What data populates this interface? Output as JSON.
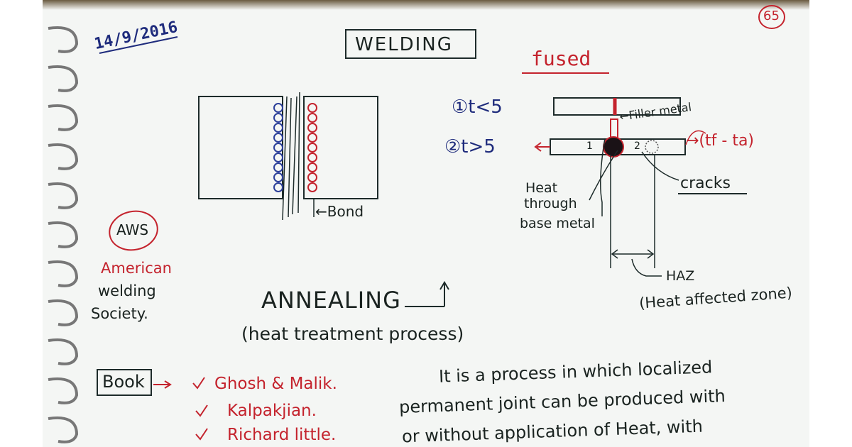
{
  "page": {
    "date": "14/9/2016",
    "page_number": "65",
    "title": "WELDING"
  },
  "diagram_left": {
    "bond_label": "←Bond"
  },
  "diagram_right": {
    "fused_heading": "fused",
    "case1": "①t<5",
    "case2": "②t>5",
    "filler_metal": "←Filler metal",
    "formula": "→(tf - ta)",
    "label_1": "1",
    "label_2": "2",
    "cracks": "cracks",
    "heat_line1": "Heat",
    "heat_line2": "through",
    "heat_line3": "base metal",
    "haz": "HAZ",
    "haz_full": "(Heat affected zone)"
  },
  "aws": {
    "badge": "AWS",
    "line1": "American",
    "line2": "welding",
    "line3": "Society."
  },
  "annealing": {
    "title": "ANNEALING",
    "subtitle": "(heat treatment process)"
  },
  "books": {
    "label": "Book",
    "items": [
      "Ghosh & Malik.",
      "Kalpakjian.",
      "Richard little."
    ]
  },
  "definition": {
    "line1": "It is a process in which localized",
    "line2": "permanent joint can be produced with",
    "line3": "or without application of Heat, with"
  },
  "colors": {
    "ink_blue": "#1e2b7c",
    "ink_red": "#c4232d",
    "ink_dark": "#1a2320",
    "paper": "#f4f6f4"
  }
}
